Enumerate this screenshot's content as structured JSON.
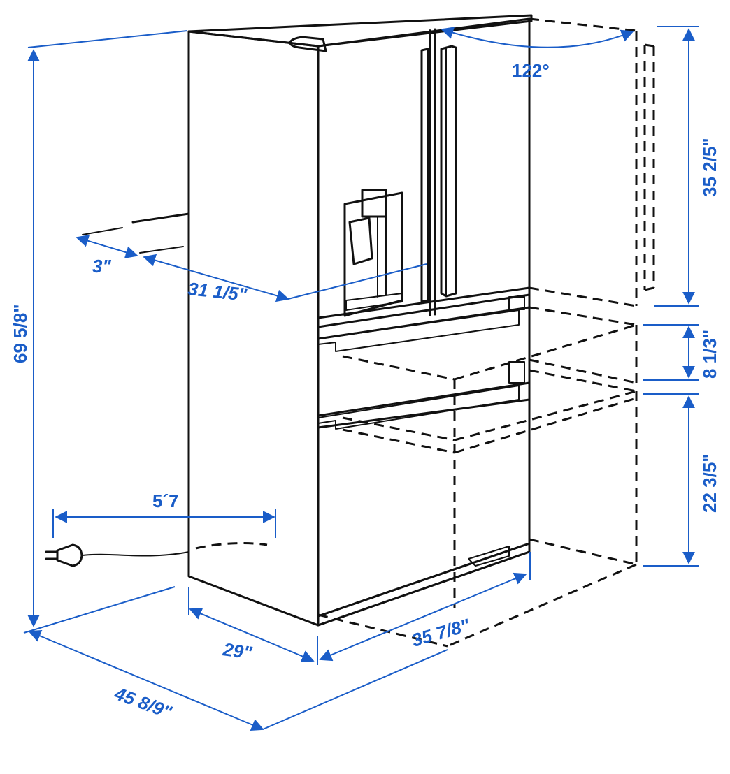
{
  "colors": {
    "dimension": "#1a5dc8",
    "outline": "#111111",
    "background": "#ffffff"
  },
  "dimensions": {
    "height": "69 5/8\"",
    "door_opening_angle": "122°",
    "upper_door_height": "35 2/5\"",
    "middle_drawer_height": "8 1/3\"",
    "lower_drawer_height": "22 3/5\"",
    "clearance_behind": "3\"",
    "depth_without_handles": "31 1/5\"",
    "cord_length": "5´7",
    "side_depth": "29\"",
    "width": "35 7/8\"",
    "depth_with_open_door": "45 8/9\""
  },
  "icons": {
    "plug": "power-plug-icon"
  }
}
